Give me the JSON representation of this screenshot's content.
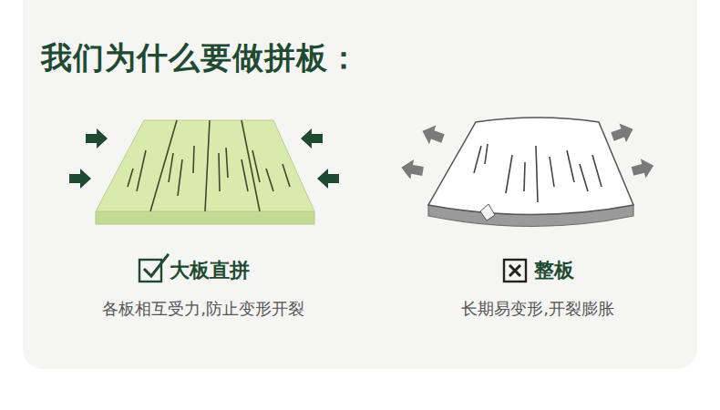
{
  "diagram": {
    "title": "我们为什么要做拼板：",
    "labels": [
      "大板直拼",
      "各板相互受力,防止变形开裂",
      "整板",
      "长期易变形,开裂膨胀"
    ]
  }
}
